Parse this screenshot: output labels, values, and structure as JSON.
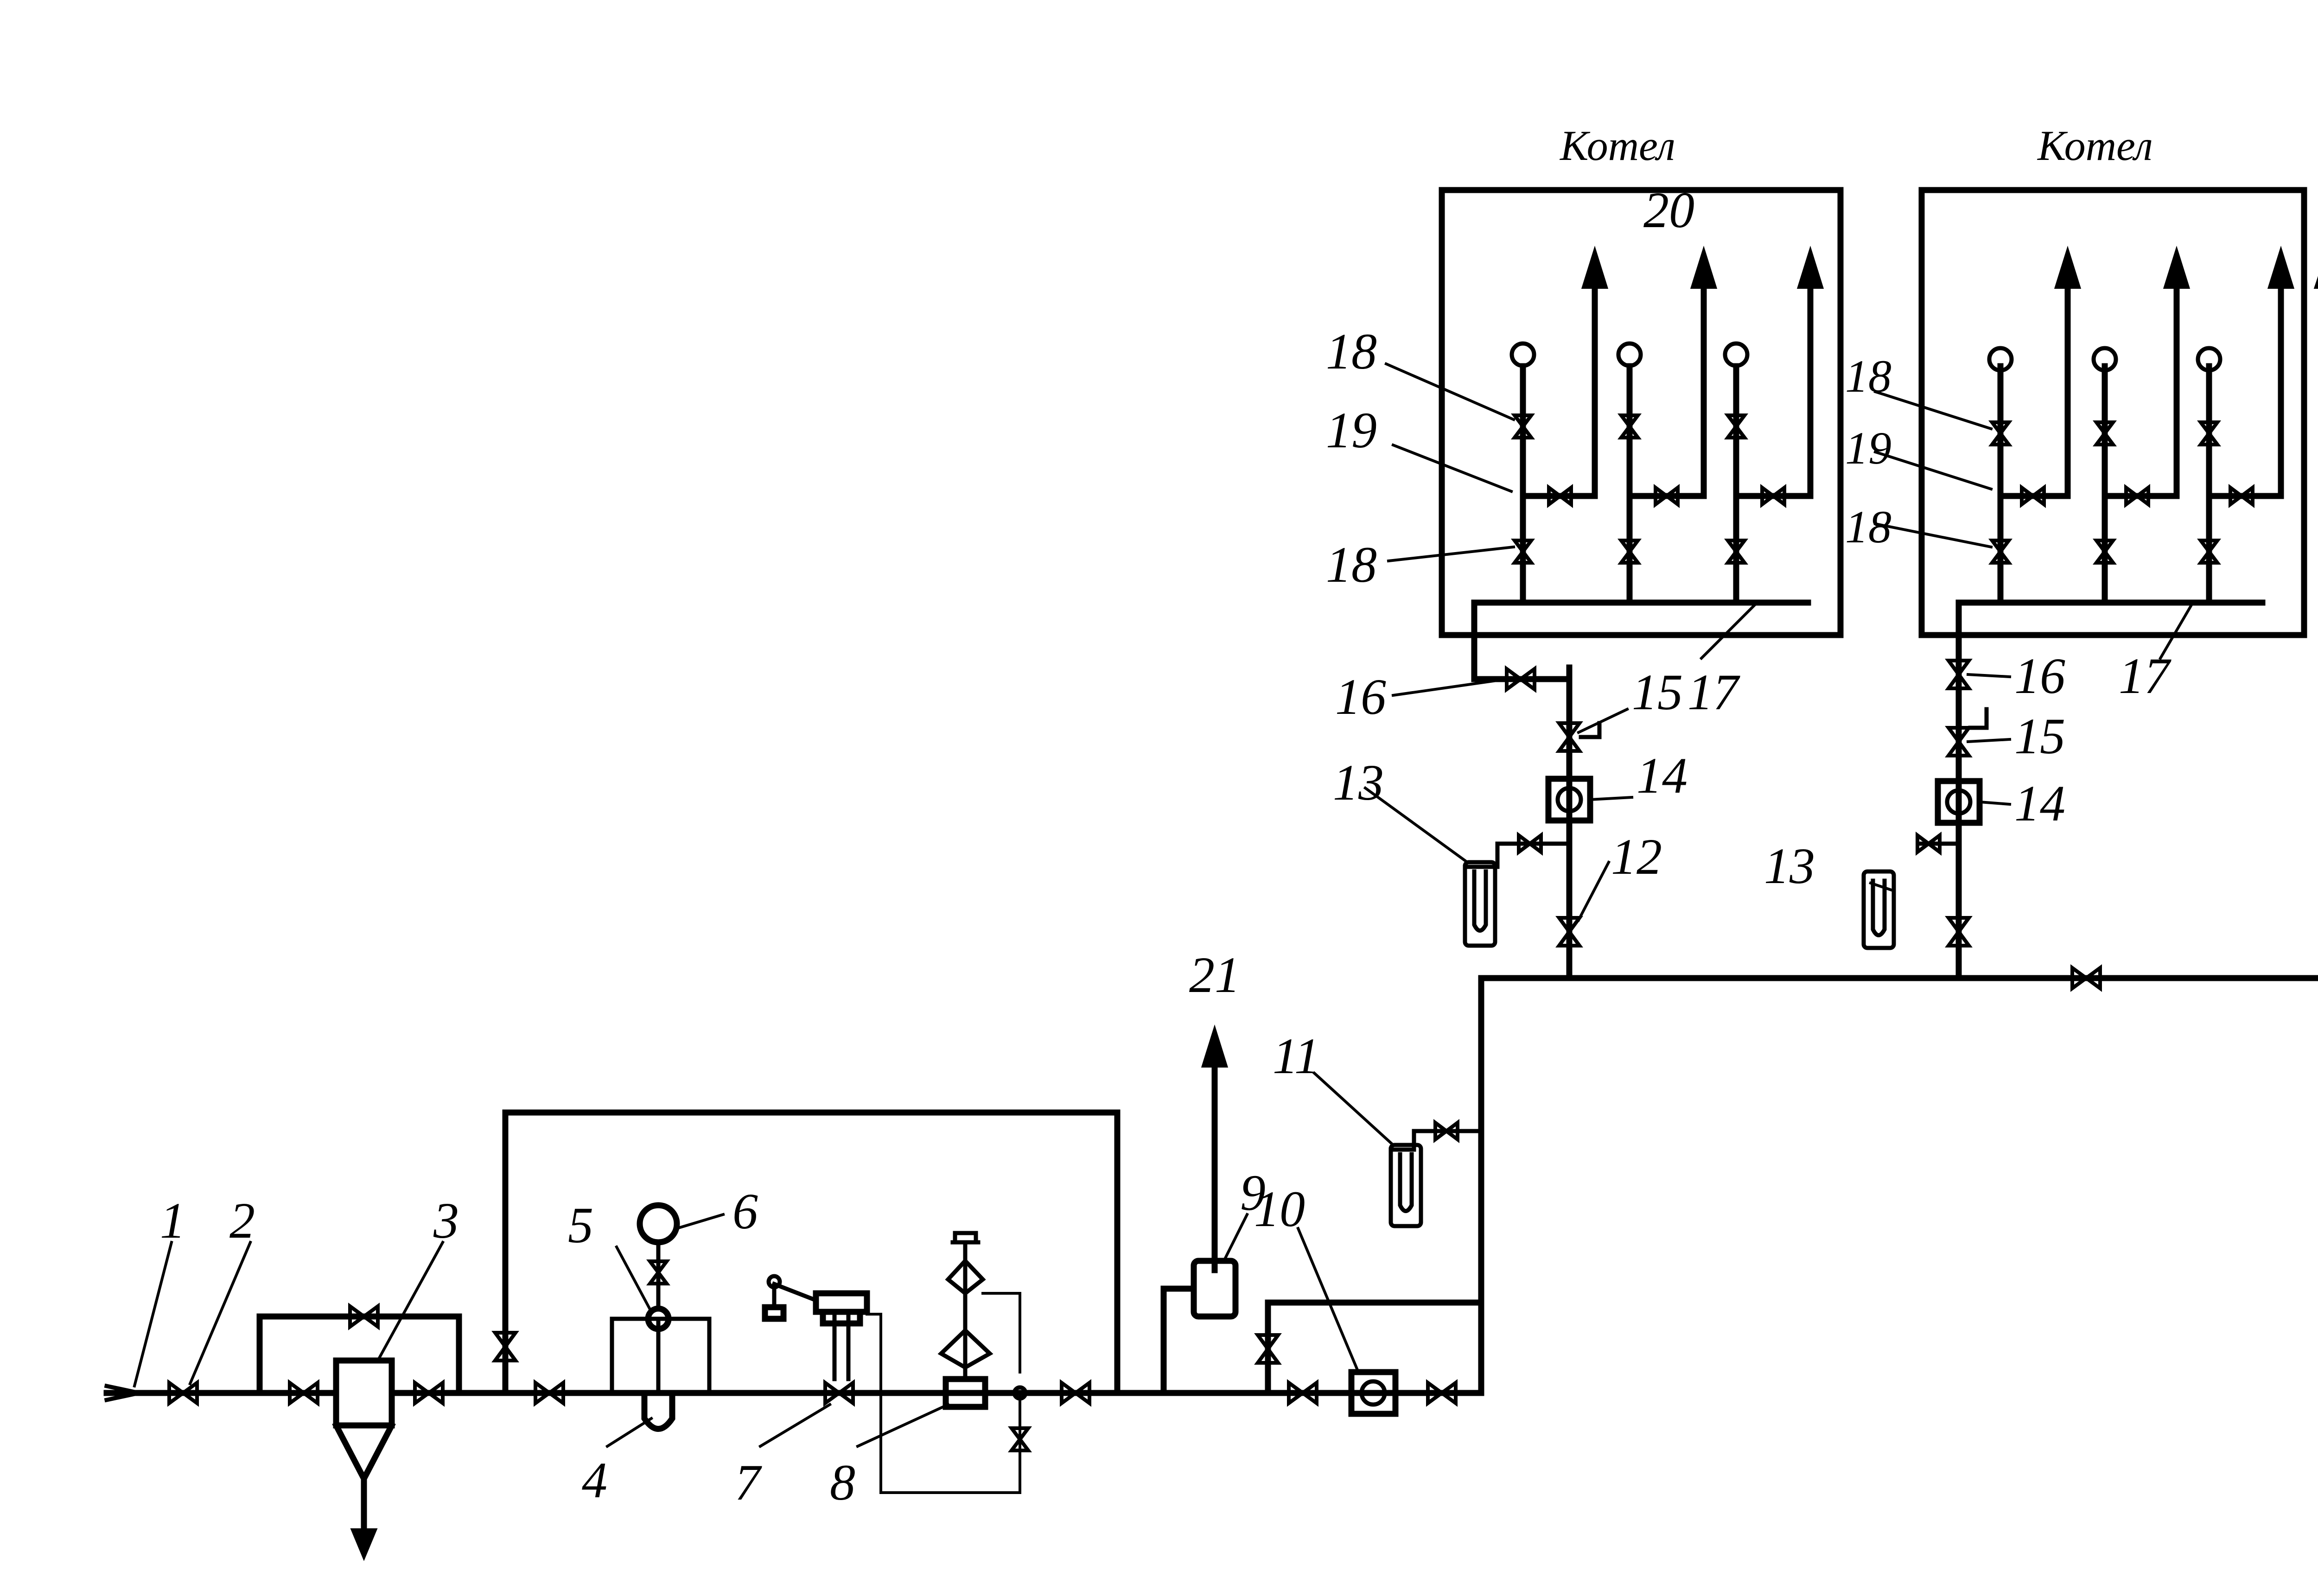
{
  "boilers": [
    {
      "title": "Котел",
      "number": "20"
    },
    {
      "title": "Котел"
    }
  ],
  "labels": {
    "l1": "1",
    "l2": "2",
    "l3": "3",
    "l4": "4",
    "l5": "5",
    "l6": "6",
    "l7": "7",
    "l8": "8",
    "l9": "9",
    "l10": "10",
    "l11": "11",
    "l12": "12",
    "l13a": "13",
    "l13b": "13",
    "l14a": "14",
    "l14b": "14",
    "l15a": "15",
    "l15b": "15",
    "l16a": "16",
    "l16b": "16",
    "l17a": "17",
    "l17b": "17",
    "l18a": "18",
    "l18b": "18",
    "l18c": "18",
    "l18d": "18",
    "l19a": "19",
    "l19b": "19",
    "l21": "21"
  }
}
